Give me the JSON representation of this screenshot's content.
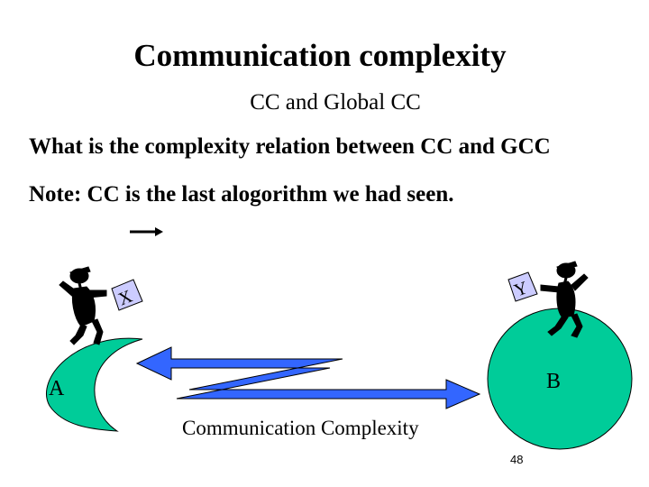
{
  "slide": {
    "title": "Communication complexity",
    "subtitle": "CC and Global CC",
    "question": "What is the complexity relation between CC and GCC",
    "note": "Note: CC is the last alogorithm we had seen.",
    "caption": "Communication Complexity",
    "page_number": "48"
  },
  "diagram": {
    "node_a": {
      "label": "A",
      "input": "X",
      "color": "#00cc99"
    },
    "node_b": {
      "label": "B",
      "input": "Y",
      "color": "#00cc99"
    },
    "arrow_color": "#3366ff"
  }
}
